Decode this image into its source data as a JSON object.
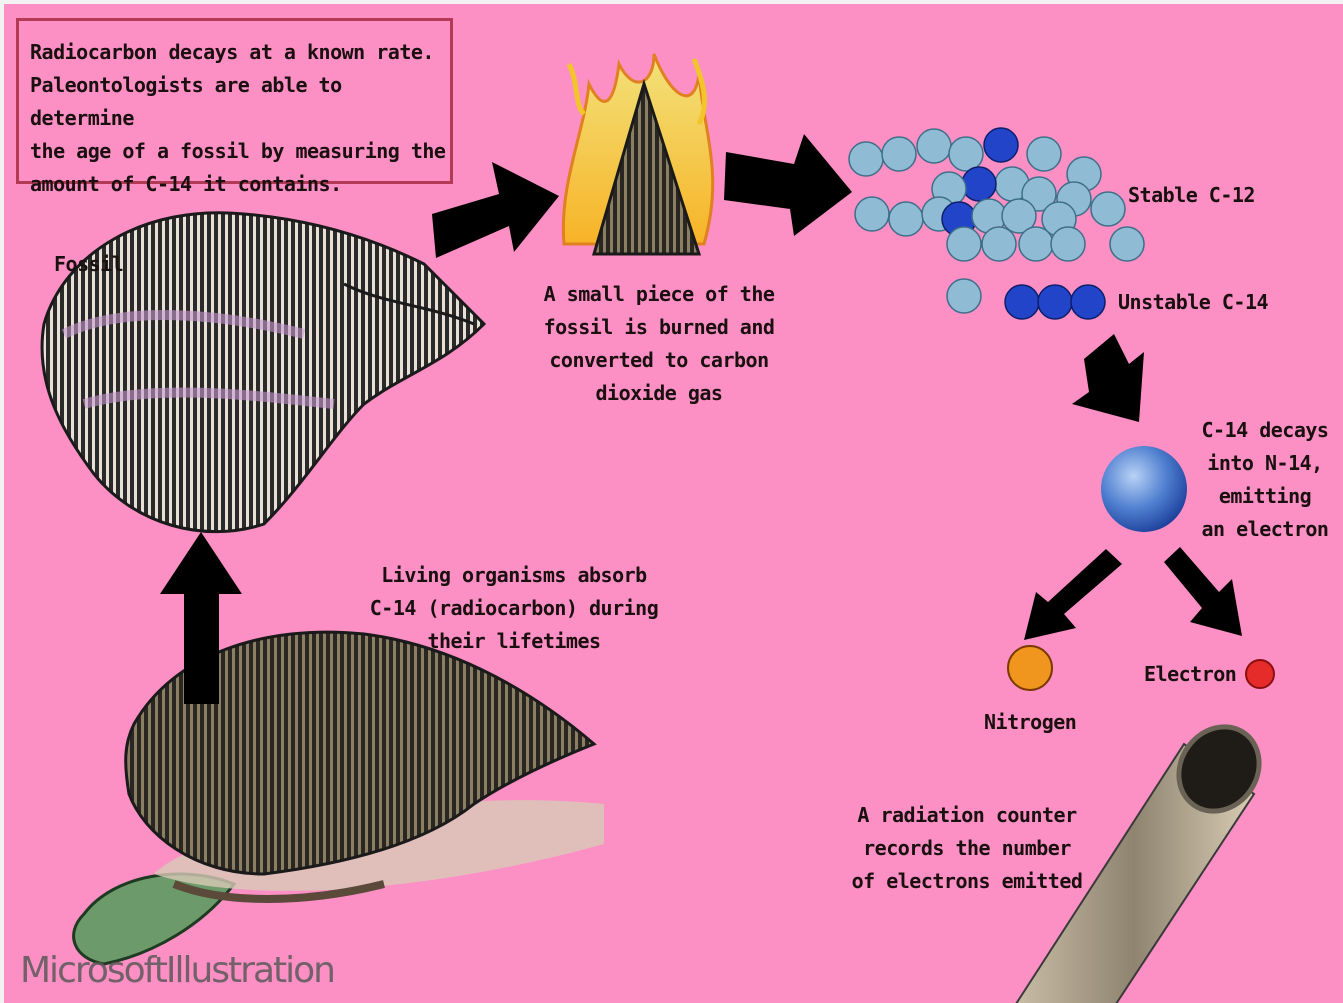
{
  "intro": "Radiocarbon decays at a known rate.\nPaleontologists are able to determine\nthe age of a fossil by measuring the\namount of C-14 it contains.",
  "labels": {
    "fossil": "Fossil",
    "burned": "A small piece of the\nfossil is burned and\nconverted to carbon\ndioxide gas",
    "stable": "Stable C-12",
    "unstable": "Unstable C-14",
    "decay": "C-14 decays\ninto N-14,\nemitting\nan electron",
    "nitrogen": "Nitrogen",
    "electron": "Electron",
    "living": "Living organisms absorb\nC-14 (radiocarbon) during\ntheir lifetimes",
    "counter": "A radiation counter\nrecords the number\nof electrons emitted"
  },
  "credit": "MicrosoftIllustration",
  "colors": {
    "background": "#fc8fc4",
    "box_border": "#b23a55",
    "c12": "#8fbcd4",
    "c14": "#2244c8",
    "nitrogen": "#f0961e",
    "electron": "#e62b2b",
    "arrow": "#000000"
  }
}
